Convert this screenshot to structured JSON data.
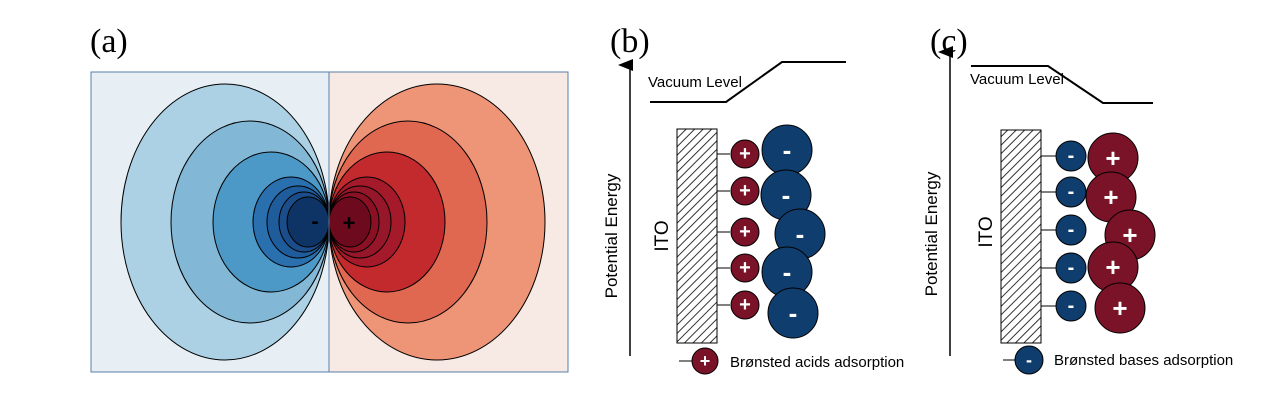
{
  "panels": {
    "a": {
      "letter": "(a)",
      "negative_sign": "-",
      "positive_sign": "+"
    },
    "b": {
      "letter": "(b)",
      "vacuum_level": "Vacuum Level",
      "y_axis": "Potential Energy",
      "substrate": "ITO",
      "adsorbed_sign": "+",
      "counter_sign": "-",
      "legend_sign": "+",
      "legend": "Brønsted acids adsorption"
    },
    "c": {
      "letter": "(c)",
      "vacuum_level": "Vacuum Level",
      "y_axis": "Potential Energy",
      "substrate": "ITO",
      "adsorbed_sign": "-",
      "counter_sign": "+",
      "legend_sign": "-",
      "legend": "Brønsted bases adsorption"
    }
  },
  "colors": {
    "blue_field": [
      "#acd1e4",
      "#82b8d6",
      "#4c98c6",
      "#2a6fae",
      "#1a4d8a",
      "#0e3466"
    ],
    "red_field": [
      "#ee9477",
      "#e06850",
      "#c22a2d",
      "#a51a2a",
      "#8c1024",
      "#6e0a1d"
    ],
    "ion_dark_red": "#7a1228",
    "ion_dark_blue": "#0f3d6e",
    "panel_blue_bg": "#e8eff4",
    "panel_red_bg": "#f7e9e3"
  }
}
